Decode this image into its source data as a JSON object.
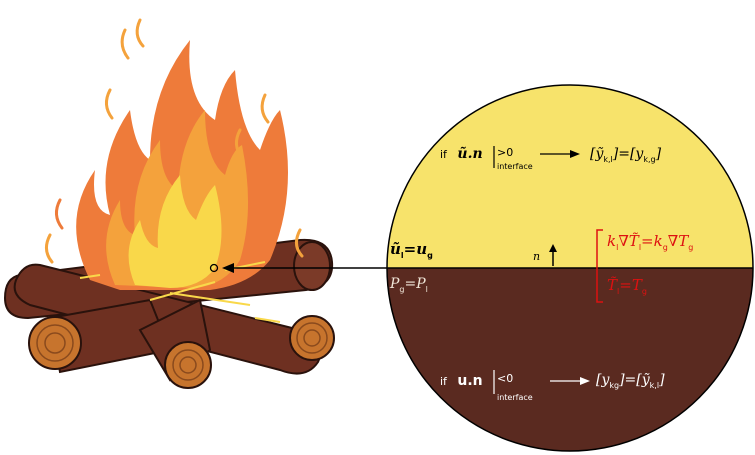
{
  "colors": {
    "gas": "#f7e36b",
    "solid": "#5a2a20",
    "flame_outer": "#ee7b3a",
    "flame_mid": "#f4a23c",
    "flame_inner": "#f9d84a",
    "log_dark": "#6e3021",
    "log_end": "#c7742d",
    "red_eq": "#dd1111"
  },
  "top_condition": {
    "if_label": "if",
    "lhs": "ũ.n",
    "relation": ">0",
    "subscript": "interface",
    "result_left": "[ỹ",
    "result_left_sub": "k,l",
    "result_mid": "]=[y",
    "result_right_sub": "k,g",
    "result_end": "]"
  },
  "interface": {
    "velocity": "ũ",
    "velocity_sub_l": "l",
    "velocity_eq": "=u",
    "velocity_sub_g": "g",
    "pressure_p": "P",
    "pressure_sub_g": "g",
    "pressure_eq": "=P",
    "pressure_sub_l": "l",
    "normal_label": "n"
  },
  "thermal": {
    "line1_k": "k",
    "line1_sub_l": "l",
    "line1_mid": "∇T̃",
    "line1_sub_l2": "l",
    "line1_eq": "=k",
    "line1_sub_g": "g",
    "line1_end": "∇T",
    "line1_sub_g2": "g",
    "line2_t": "T̃",
    "line2_sub_l": "l",
    "line2_eq": "=T",
    "line2_sub_g": "g"
  },
  "bottom_condition": {
    "if_label": "if",
    "lhs": "u.n",
    "relation": "<0",
    "subscript": "interface",
    "result_left": "[y",
    "result_left_sub": "kg",
    "result_mid": "]=[ỹ",
    "result_right_sub": "k,l",
    "result_end": "]"
  }
}
